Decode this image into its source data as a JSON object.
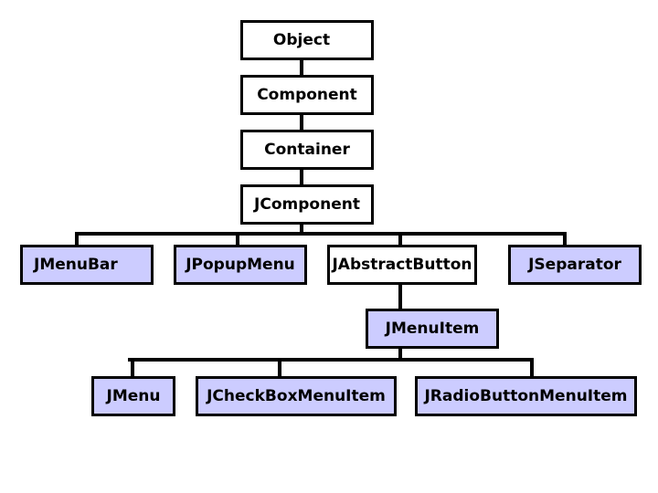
{
  "colors": {
    "plain_fill": "#ffffff",
    "swing_fill": "#ccccff",
    "stroke": "#000000"
  },
  "nodes": {
    "object": "Object",
    "component": "Component",
    "container": "Container",
    "jcomponent": "JComponent",
    "jmenubar": "JMenuBar",
    "jpopupmenu": "JPopupMenu",
    "jabstractbutton": "JAbstractButton",
    "jseparator": "JSeparator",
    "jmenuitem": "JMenuItem",
    "jmenu": "JMenu",
    "jcheckboxmenuitem": "JCheckBoxMenuItem",
    "jradiobuttonmenuitem": "JRadioButtonMenuItem"
  },
  "edges": [
    [
      "Object",
      "Component"
    ],
    [
      "Component",
      "Container"
    ],
    [
      "Container",
      "JComponent"
    ],
    [
      "JComponent",
      "JMenuBar"
    ],
    [
      "JComponent",
      "JPopupMenu"
    ],
    [
      "JComponent",
      "JAbstractButton"
    ],
    [
      "JComponent",
      "JSeparator"
    ],
    [
      "JAbstractButton",
      "JMenuItem"
    ],
    [
      "JMenuItem",
      "JMenu"
    ],
    [
      "JMenuItem",
      "JCheckBoxMenuItem"
    ],
    [
      "JMenuItem",
      "JRadioButtonMenuItem"
    ]
  ]
}
